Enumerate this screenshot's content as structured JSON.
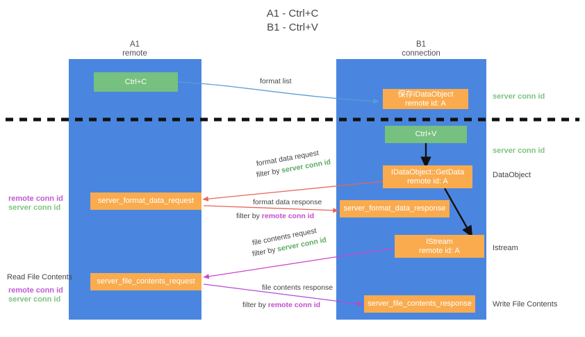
{
  "title": {
    "line1": "A1 - Ctrl+C",
    "line2": "B1 - Ctrl+V"
  },
  "columns": {
    "left": {
      "name": "A1",
      "role": "remote"
    },
    "right": {
      "name": "B1",
      "role": "connection"
    }
  },
  "colors": {
    "lane": "#4a86e0",
    "green_box": "#76c080",
    "orange_box": "#f9ab4e",
    "server_conn_id": "#7cc47f",
    "remote_conn_id": "#c05bd0",
    "blue_arrow": "#5b9bd5",
    "red_arrow": "#e8645a",
    "magenta_arrow": "#cc44cc",
    "purple_arrow": "#9a4fc4",
    "black_arrow": "#111111",
    "divider": "#111111"
  },
  "nodes": {
    "ctrl_c": "Ctrl+C",
    "ctrl_v": "Ctrl+V",
    "idataobject": {
      "line1": "保存IDataObject",
      "line2": "remote id: A"
    },
    "getdata": {
      "line1": "IDataObject::GetData",
      "line2": "remote id: A"
    },
    "istream": {
      "line1": "IStream",
      "line2": "remote id: A"
    },
    "server_format_data_request": "server_format_data_request",
    "server_format_data_response": "server_format_data_response",
    "server_file_contents_request": "server_file_contents_request",
    "server_file_contents_response": "server_file_contents_response"
  },
  "edges": {
    "format_list": "format list",
    "format_data_request": "format data request",
    "format_data_request_filter_prefix": "filter by ",
    "format_data_request_filter_key": "server conn id",
    "format_data_response": "format data response",
    "format_data_response_filter_prefix": "filter by ",
    "format_data_response_filter_key": "remote conn id",
    "file_contents_request": "file contents request",
    "file_contents_request_filter_prefix": "filter by ",
    "file_contents_request_filter_key": "server conn id",
    "file_contents_response": "file contents response",
    "file_contents_response_filter_prefix": "filter by ",
    "file_contents_response_filter_key": "remote conn id"
  },
  "annotations": {
    "right_server_conn_id_top": "server conn id",
    "right_server_conn_id_mid": "server conn id",
    "right_dataobject": "DataObject",
    "right_istream": "Istream",
    "right_write_file_contents": "Write File Contents",
    "left_remote_conn_id_1": "remote conn id",
    "left_server_conn_id_1": "server conn id",
    "left_read_file_contents": "Read File Contents",
    "left_remote_conn_id_2": "remote conn id",
    "left_server_conn_id_2": "server conn id"
  }
}
